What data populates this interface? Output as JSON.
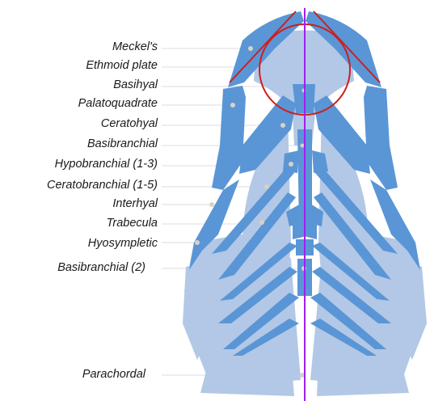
{
  "labels": {
    "meckels": "Meckel's",
    "ethmoid_plate": "Ethmoid plate",
    "basihyal": "Basihyal",
    "palatoquadrate": "Palatoquadrate",
    "ceratohyal": "Ceratohyal",
    "basibranchial": "Basibranchial",
    "hypobranchial": "Hypobranchial (1-3)",
    "ceratobranchial": "Ceratobranchial (1-5)",
    "interhyal": "Interhyal",
    "trabecula": "Trabecula",
    "hyosympletic": "Hyosympletic",
    "basibranchial2": "Basibranchial (2)",
    "parachordal": "Parachordal"
  },
  "colors": {
    "bone_dark": "#5a96d6",
    "bone_light": "#b2c8e6",
    "circle": "#cc1f1f",
    "midline": "#a020f0",
    "leader": "#d8dde6"
  }
}
